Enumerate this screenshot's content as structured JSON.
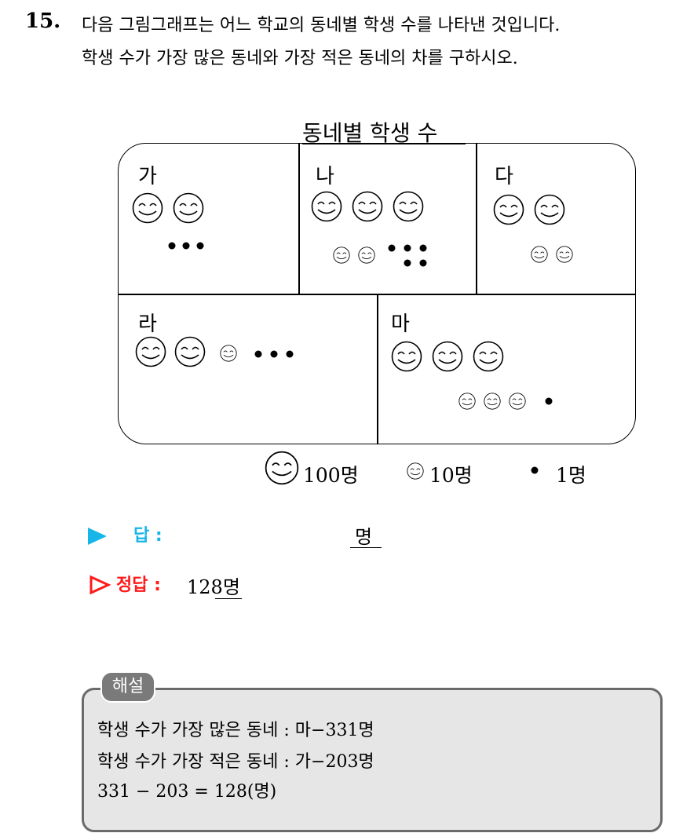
{
  "question": {
    "number": "15.",
    "line1": "다음 그림그래프는 어느 학교의 동네별 학생 수를 나타낸 것입니다.",
    "line2": "학생 수가 가장 많은 동네와 가장 적은 동네의 차를 구하시오."
  },
  "chart_data": {
    "type": "pictograph",
    "title": "동네별 학생 수",
    "categories": [
      "가",
      "나",
      "다",
      "라",
      "마"
    ],
    "counts": [
      {
        "name": "가",
        "hundreds": 2,
        "tens": 0,
        "ones": 3
      },
      {
        "name": "나",
        "hundreds": 3,
        "tens": 2,
        "ones": 5
      },
      {
        "name": "다",
        "hundreds": 2,
        "tens": 2,
        "ones": 0
      },
      {
        "name": "라",
        "hundreds": 2,
        "tens": 1,
        "ones": 3
      },
      {
        "name": "마",
        "hundreds": 3,
        "tens": 3,
        "ones": 1
      }
    ],
    "legend": [
      {
        "icon": "large-smiley-icon",
        "label": "100명"
      },
      {
        "icon": "small-smiley-icon",
        "label": "10명"
      },
      {
        "icon": "dot-icon",
        "label": "1명"
      }
    ]
  },
  "answer": {
    "label": "답 :",
    "unit": "명"
  },
  "correct": {
    "label": "정답 :",
    "value": "128",
    "unit": "명"
  },
  "explanation": {
    "tab": "해설",
    "line1": "학생 수가 가장 많은 동네 : 마−331명",
    "line2": "학생 수가 가장 적은 동네 : 가−203명",
    "line3": "331 − 203 = 128(명)"
  },
  "colors": {
    "answer_accent": "#18b5e8",
    "correct_accent": "#ff1a1a",
    "explanation_bg": "#e6e6e6",
    "explanation_border": "#6a6a6a"
  }
}
